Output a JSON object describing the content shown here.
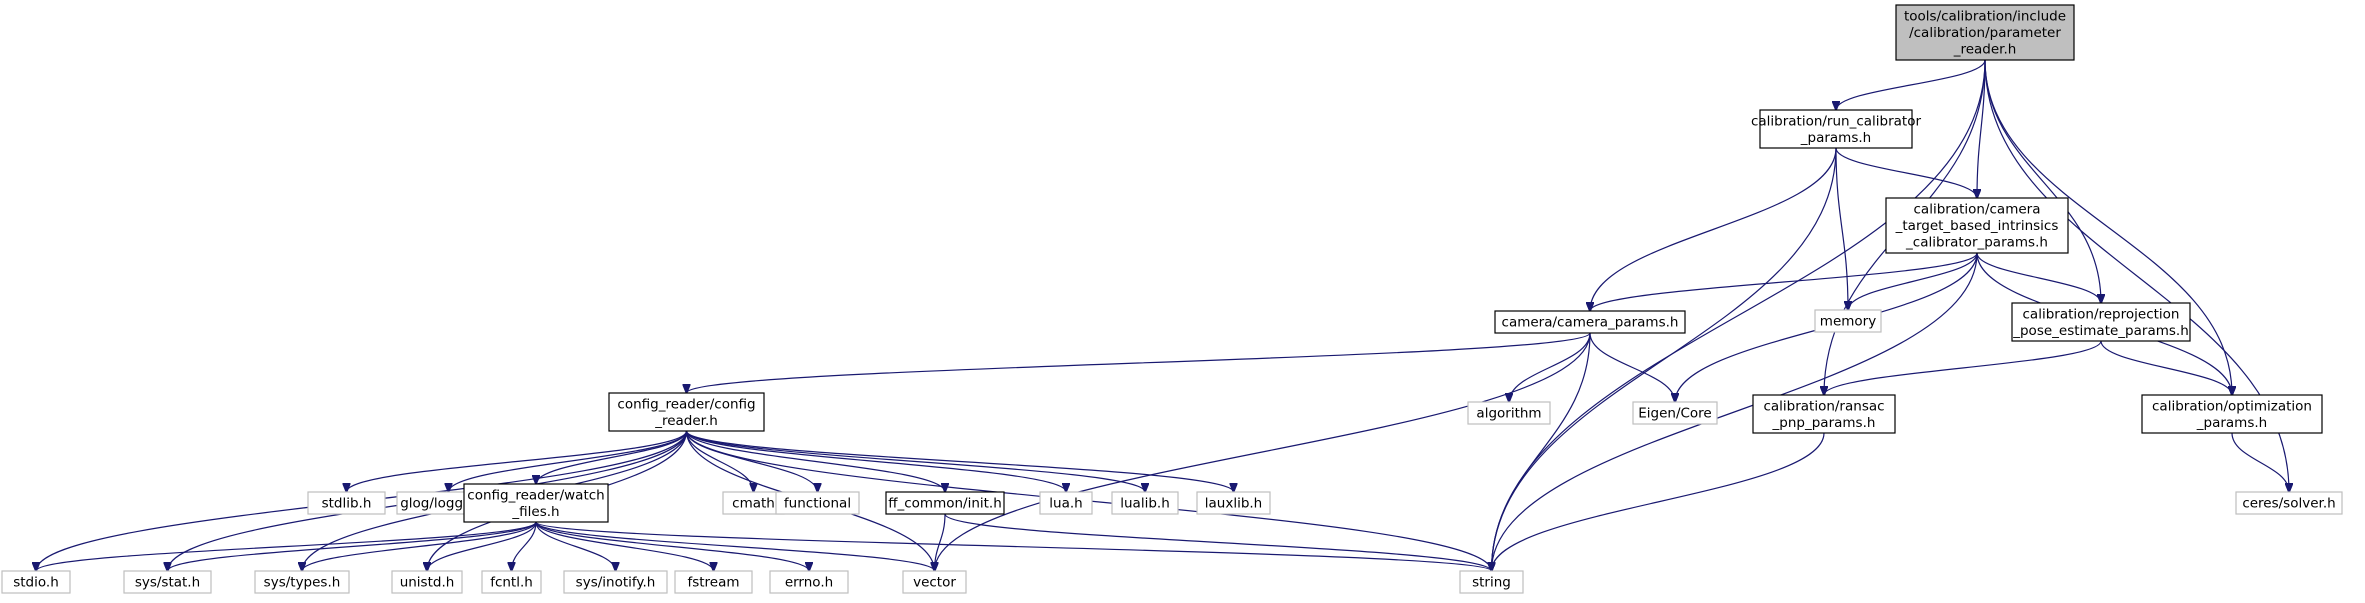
{
  "title": "",
  "colors": {
    "edge": "#191970",
    "root_fill": "#bfbfbf",
    "local_border": "#000000",
    "system_border": "#bfbfbf",
    "system_text": "#666666",
    "node_fill": "#ffffff"
  },
  "nodes": [
    {
      "id": "root",
      "kind": "root",
      "lines": [
        "tools/calibration/include",
        "/calibration/parameter",
        "_reader.h"
      ]
    },
    {
      "id": "run_calibrator",
      "kind": "local",
      "lines": [
        "calibration/run_calibrator",
        "_params.h"
      ]
    },
    {
      "id": "camera_target",
      "kind": "local",
      "lines": [
        "calibration/camera",
        "_target_based_intrinsics",
        "_calibrator_params.h"
      ]
    },
    {
      "id": "camera_params",
      "kind": "local",
      "lines": [
        "camera/camera_params.h"
      ]
    },
    {
      "id": "memory",
      "kind": "system",
      "lines": [
        "memory"
      ]
    },
    {
      "id": "reprojection",
      "kind": "local",
      "lines": [
        "calibration/reprojection",
        "_pose_estimate_params.h"
      ]
    },
    {
      "id": "config_reader",
      "kind": "local",
      "lines": [
        "config_reader/config",
        "_reader.h"
      ]
    },
    {
      "id": "algorithm",
      "kind": "system",
      "lines": [
        "algorithm"
      ]
    },
    {
      "id": "eigen_core",
      "kind": "system",
      "lines": [
        "Eigen/Core"
      ]
    },
    {
      "id": "ransac",
      "kind": "local",
      "lines": [
        "calibration/ransac",
        "_pnp_params.h"
      ]
    },
    {
      "id": "optimization",
      "kind": "local",
      "lines": [
        "calibration/optimization",
        "_params.h"
      ]
    },
    {
      "id": "glog",
      "kind": "system",
      "lines": [
        "glog/logging.h"
      ]
    },
    {
      "id": "stdlib",
      "kind": "system",
      "lines": [
        "stdlib.h"
      ]
    },
    {
      "id": "watch_files",
      "kind": "local",
      "lines": [
        "config_reader/watch",
        "_files.h"
      ]
    },
    {
      "id": "cmath",
      "kind": "system",
      "lines": [
        "cmath"
      ]
    },
    {
      "id": "functional",
      "kind": "system",
      "lines": [
        "functional"
      ]
    },
    {
      "id": "ff_init",
      "kind": "local",
      "lines": [
        "ff_common/init.h"
      ]
    },
    {
      "id": "lua",
      "kind": "system",
      "lines": [
        "lua.h"
      ]
    },
    {
      "id": "lualib",
      "kind": "system",
      "lines": [
        "lualib.h"
      ]
    },
    {
      "id": "lauxlib",
      "kind": "system",
      "lines": [
        "lauxlib.h"
      ]
    },
    {
      "id": "ceres",
      "kind": "system",
      "lines": [
        "ceres/solver.h"
      ]
    },
    {
      "id": "stdio",
      "kind": "system",
      "lines": [
        "stdio.h"
      ]
    },
    {
      "id": "sys_stat",
      "kind": "system",
      "lines": [
        "sys/stat.h"
      ]
    },
    {
      "id": "sys_types",
      "kind": "system",
      "lines": [
        "sys/types.h"
      ]
    },
    {
      "id": "unistd",
      "kind": "system",
      "lines": [
        "unistd.h"
      ]
    },
    {
      "id": "fcntl",
      "kind": "system",
      "lines": [
        "fcntl.h"
      ]
    },
    {
      "id": "sys_inotify",
      "kind": "system",
      "lines": [
        "sys/inotify.h"
      ]
    },
    {
      "id": "fstream",
      "kind": "system",
      "lines": [
        "fstream"
      ]
    },
    {
      "id": "errno",
      "kind": "system",
      "lines": [
        "errno.h"
      ]
    },
    {
      "id": "vector",
      "kind": "system",
      "lines": [
        "vector"
      ]
    },
    {
      "id": "string",
      "kind": "system",
      "lines": [
        "string"
      ]
    }
  ],
  "edges": [
    [
      "root",
      "run_calibrator"
    ],
    [
      "root",
      "camera_target"
    ],
    [
      "root",
      "reprojection"
    ],
    [
      "root",
      "optimization"
    ],
    [
      "root",
      "ransac"
    ],
    [
      "root",
      "ceres"
    ],
    [
      "root",
      "string"
    ],
    [
      "run_calibrator",
      "camera_target"
    ],
    [
      "run_calibrator",
      "camera_params"
    ],
    [
      "run_calibrator",
      "memory"
    ],
    [
      "run_calibrator",
      "string"
    ],
    [
      "camera_target",
      "camera_params"
    ],
    [
      "camera_target",
      "memory"
    ],
    [
      "camera_target",
      "reprojection"
    ],
    [
      "camera_target",
      "optimization"
    ],
    [
      "camera_target",
      "eigen_core"
    ],
    [
      "camera_target",
      "string"
    ],
    [
      "camera_params",
      "config_reader"
    ],
    [
      "camera_params",
      "algorithm"
    ],
    [
      "camera_params",
      "eigen_core"
    ],
    [
      "camera_params",
      "vector"
    ],
    [
      "camera_params",
      "string"
    ],
    [
      "reprojection",
      "ransac"
    ],
    [
      "reprojection",
      "optimization"
    ],
    [
      "ransac",
      "string"
    ],
    [
      "optimization",
      "ceres"
    ],
    [
      "config_reader",
      "glog"
    ],
    [
      "config_reader",
      "stdlib"
    ],
    [
      "config_reader",
      "watch_files"
    ],
    [
      "config_reader",
      "cmath"
    ],
    [
      "config_reader",
      "functional"
    ],
    [
      "config_reader",
      "ff_init"
    ],
    [
      "config_reader",
      "lua"
    ],
    [
      "config_reader",
      "lualib"
    ],
    [
      "config_reader",
      "lauxlib"
    ],
    [
      "config_reader",
      "stdio"
    ],
    [
      "config_reader",
      "sys_stat"
    ],
    [
      "config_reader",
      "sys_types"
    ],
    [
      "config_reader",
      "unistd"
    ],
    [
      "config_reader",
      "vector"
    ],
    [
      "config_reader",
      "string"
    ],
    [
      "watch_files",
      "stdio"
    ],
    [
      "watch_files",
      "sys_stat"
    ],
    [
      "watch_files",
      "sys_types"
    ],
    [
      "watch_files",
      "unistd"
    ],
    [
      "watch_files",
      "fcntl"
    ],
    [
      "watch_files",
      "sys_inotify"
    ],
    [
      "watch_files",
      "fstream"
    ],
    [
      "watch_files",
      "errno"
    ],
    [
      "watch_files",
      "vector"
    ],
    [
      "watch_files",
      "string"
    ],
    [
      "ff_init",
      "vector"
    ],
    [
      "ff_init",
      "string"
    ]
  ]
}
